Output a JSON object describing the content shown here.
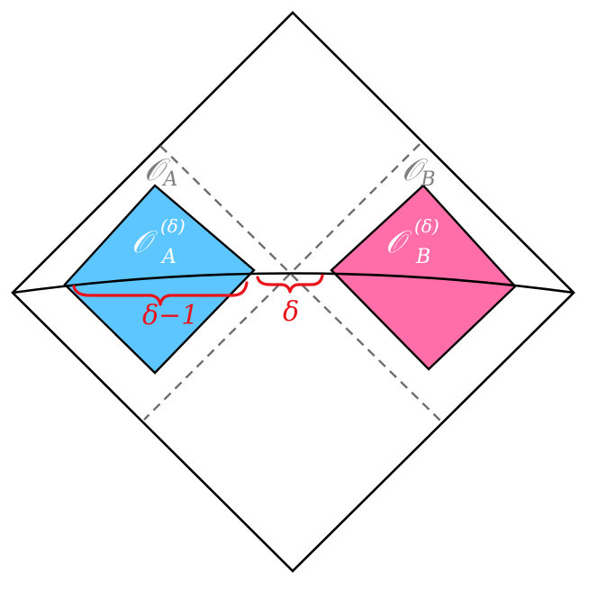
{
  "colors": {
    "outline": "#000000",
    "dashed": "#6e6e6e",
    "region_a_fill": "#5ec6ff",
    "region_b_fill": "#ff6ea9",
    "brace": "#e8141c",
    "white_label": "#ffffff",
    "gray_label": "#808080"
  },
  "labels": {
    "o_a": {
      "base": "𝒪",
      "sub": "A"
    },
    "o_b": {
      "base": "𝒪",
      "sub": "B"
    },
    "o_a_delta": {
      "base": "𝒪",
      "sup": "(δ)",
      "sub": "A"
    },
    "o_b_delta": {
      "base": "𝒪",
      "sup": "(δ)",
      "sub": "B"
    },
    "brace_left": "δ−1",
    "brace_mid": "δ"
  }
}
